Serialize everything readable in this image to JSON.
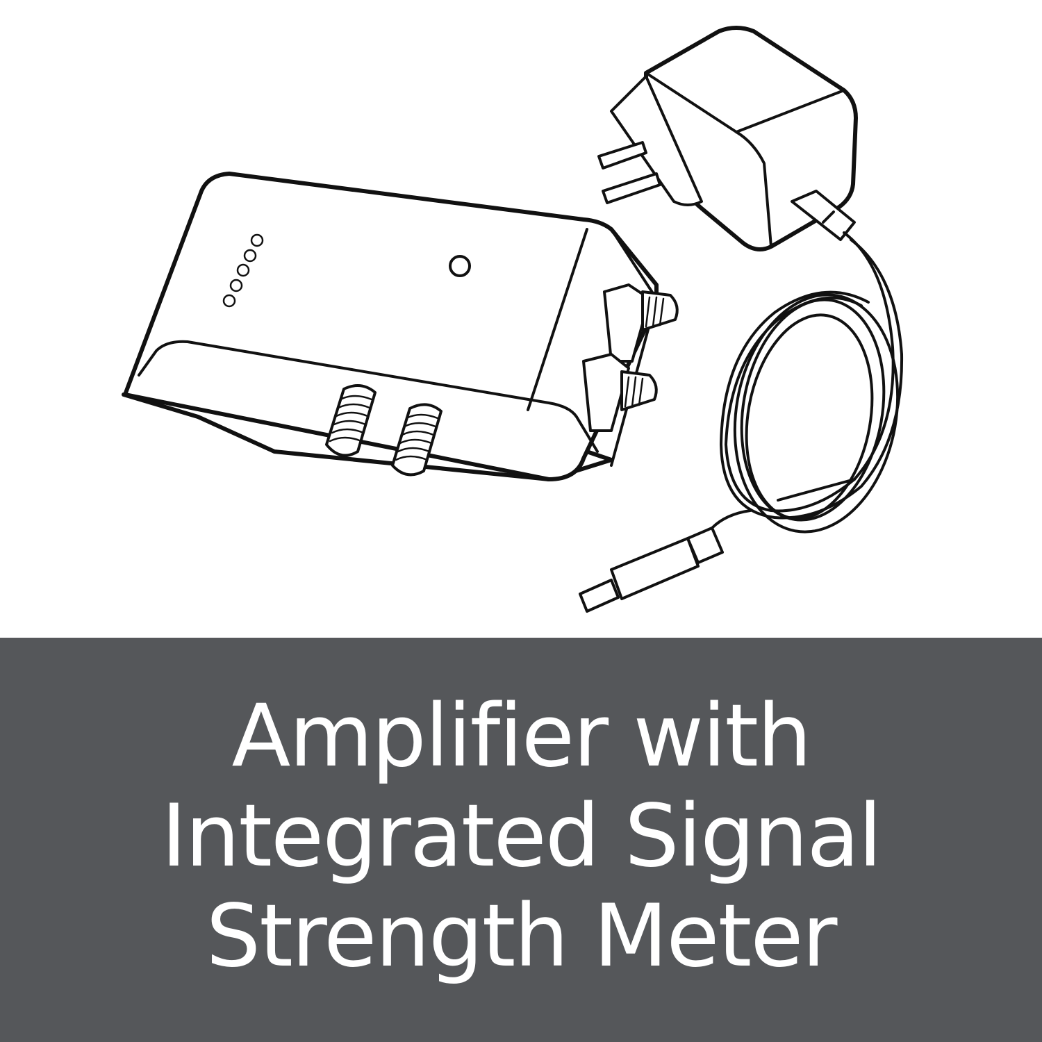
{
  "colors": {
    "background": "#ffffff",
    "caption_band": "#55575a",
    "caption_text": "#ffffff",
    "line_art": "#111111"
  },
  "illustration": {
    "subject_icons": [
      "amplifier-unit-icon",
      "power-adapter-icon"
    ]
  },
  "caption": {
    "lines": [
      "Amplifier with",
      "Integrated Signal",
      "Strength Meter"
    ]
  }
}
